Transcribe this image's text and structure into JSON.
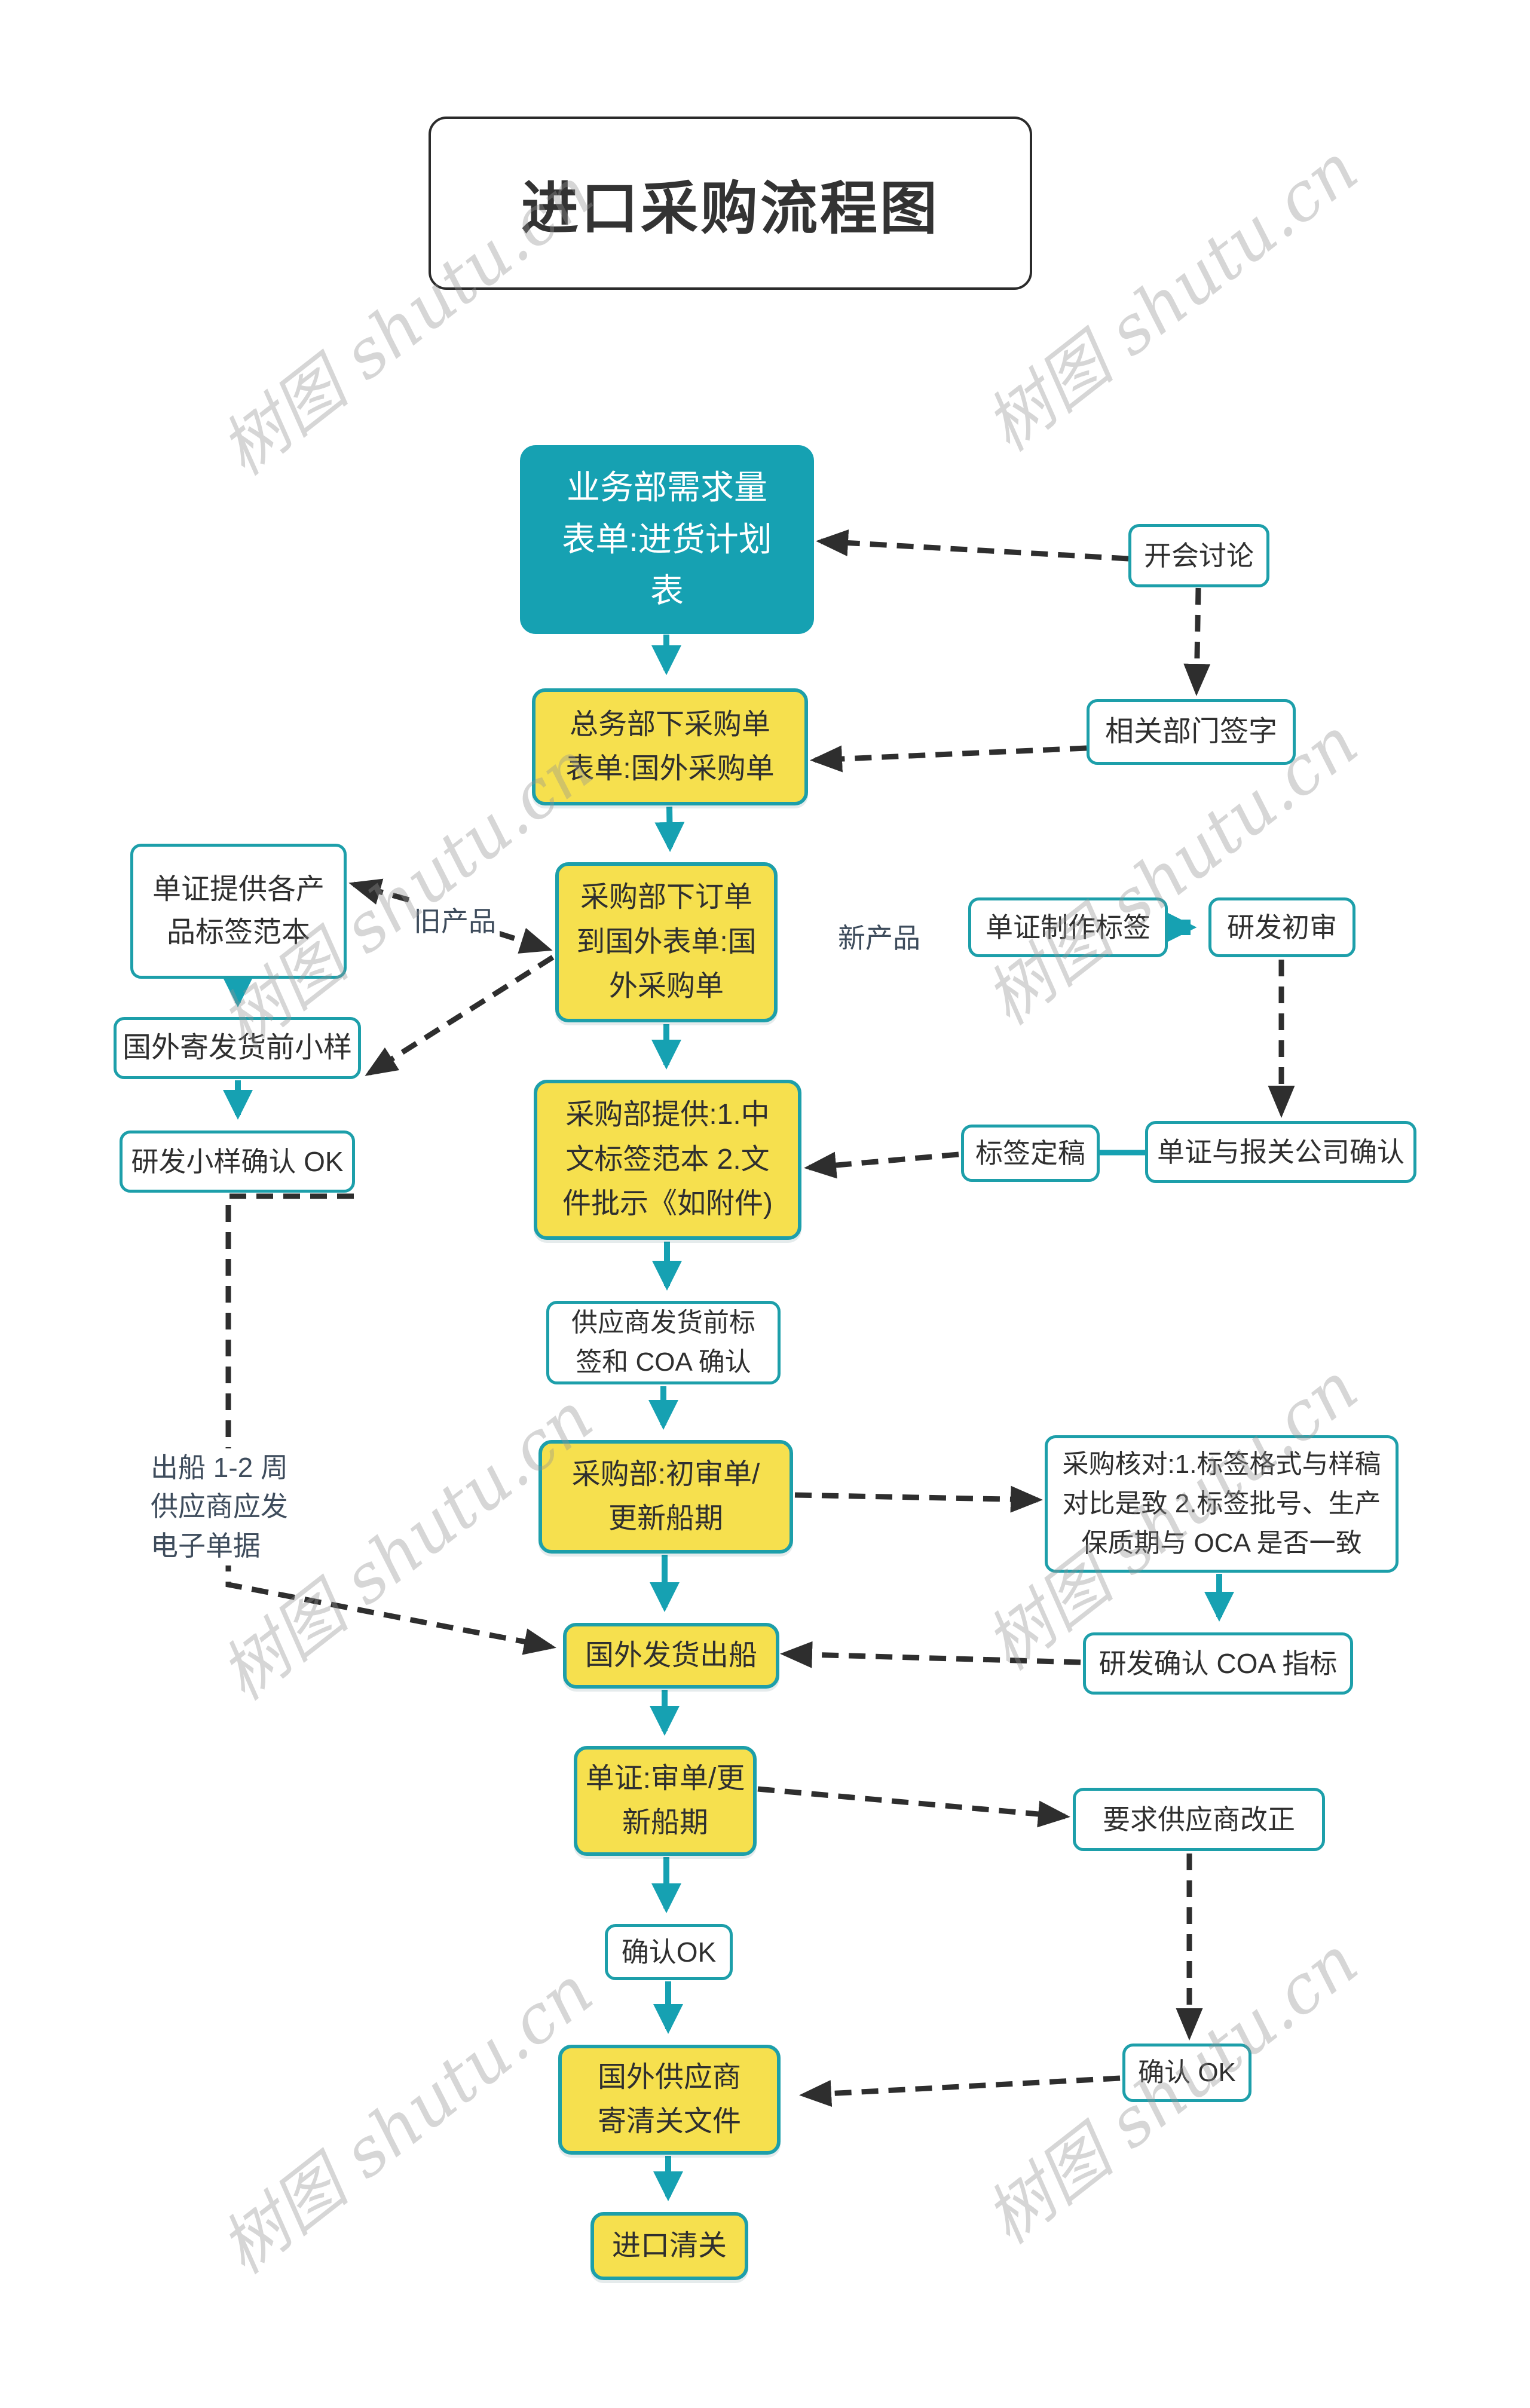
{
  "title": "进口采购流程图",
  "watermark": {
    "text": "树图 shutu.cn"
  },
  "colors": {
    "teal": "#16a1b2",
    "yellow": "#f6e04e",
    "border": "#1d9faa",
    "dash": "#2e2e2e",
    "note": "#3e4c5c"
  },
  "nodes": {
    "demand": "业务部需求量表单:进货计划表",
    "meeting": "开会讨论",
    "order": "总务部下采购单表单:国外采购单",
    "sign": "相关部门签字",
    "purchase": "采购部下订单到国外表单:国外采购单",
    "make_label": "单证制作标签",
    "rd_review": "研发初审",
    "doc_samples": "单证提供各产品标签范本",
    "pre_sample": "国外寄发货前小样",
    "rd_sample_ok": "研发小样确认 OK",
    "provide": "采购部提供:1.中文标签范本 2.文件批示《如附件)",
    "label_final": "标签定稿",
    "confirm_broker": "单证与报关公司确认",
    "preship_confirm": "供应商发货前标签和 COA 确认",
    "first_review": "采购部:初审单/更新船期",
    "check": "采购核对:1.标签格式与样稿对比是致 2.标签批号、生产保质期与 OCA 是否一致",
    "ship": "国外发货出船",
    "rd_coa": "研发确认 COA 指标",
    "doc_review": "单证:审单/更新船期",
    "correct": "要求供应商改正",
    "ok1": "确认OK",
    "send_docs": "国外供应商寄清关文件",
    "ok2": "确认 OK",
    "customs": "进口清关"
  },
  "labels": {
    "old_product": "旧产品",
    "new_product": "新产品",
    "ship_lines": [
      "出船 1-2 周",
      "供应商应发",
      "电子单据"
    ]
  }
}
